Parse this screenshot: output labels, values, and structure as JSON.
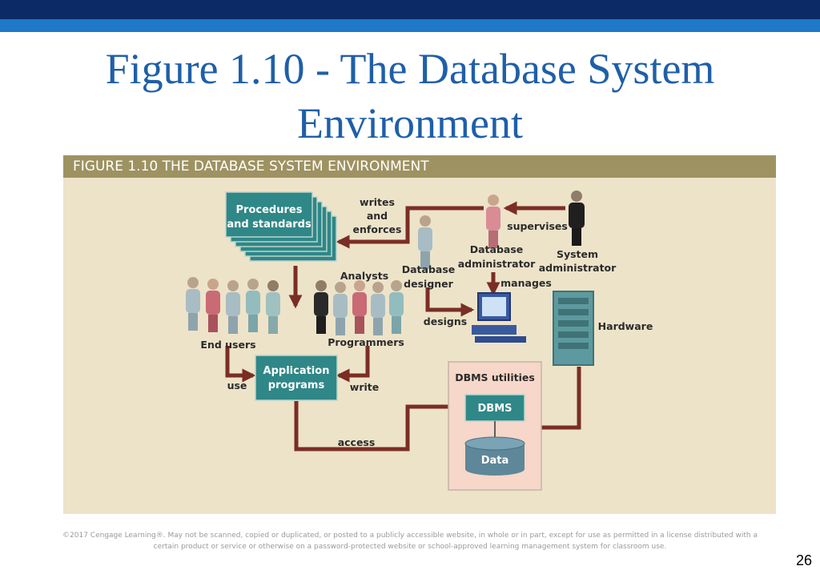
{
  "slide": {
    "title_line1": "Figure 1.10 - The Database System",
    "title_line2": "Environment",
    "page_number": "26"
  },
  "figure": {
    "header": "FIGURE 1.10   THE DATABASE SYSTEM ENVIRONMENT",
    "procedures_line1": "Procedures",
    "procedures_line2": "and standards",
    "writes_line1": "writes",
    "writes_line2": "and",
    "writes_line3": "enforces",
    "supervises": "supervises",
    "db_admin_line1": "Database",
    "db_admin_line2": "administrator",
    "sys_admin_line1": "System",
    "sys_admin_line2": "administrator",
    "analysts": "Analysts",
    "db_designer_line1": "Database",
    "db_designer_line2": "designer",
    "manages": "manages",
    "designs": "designs",
    "hardware": "Hardware",
    "end_users": "End users",
    "programmers": "Programmers",
    "app_line1": "Application",
    "app_line2": "programs",
    "use": "use",
    "write": "write",
    "dbms_utilities": "DBMS utilities",
    "dbms": "DBMS",
    "data": "Data",
    "access": "access"
  },
  "colors": {
    "arrow": "#7a2e25",
    "box_teal": "#2f8787",
    "panel_bg": "#ede3c9",
    "header_bg": "#9e9262",
    "utilities_bg": "#f6d7c9"
  },
  "footer": {
    "copyright_line1": "©2017 Cengage Learning®. May not be scanned, copied or duplicated, or posted to a publicly accessible website, in whole or in part, except for use as permitted in a license distributed with a",
    "copyright_line2": "certain product or service or otherwise on a password-protected website or school-approved learning management system for classroom use."
  }
}
